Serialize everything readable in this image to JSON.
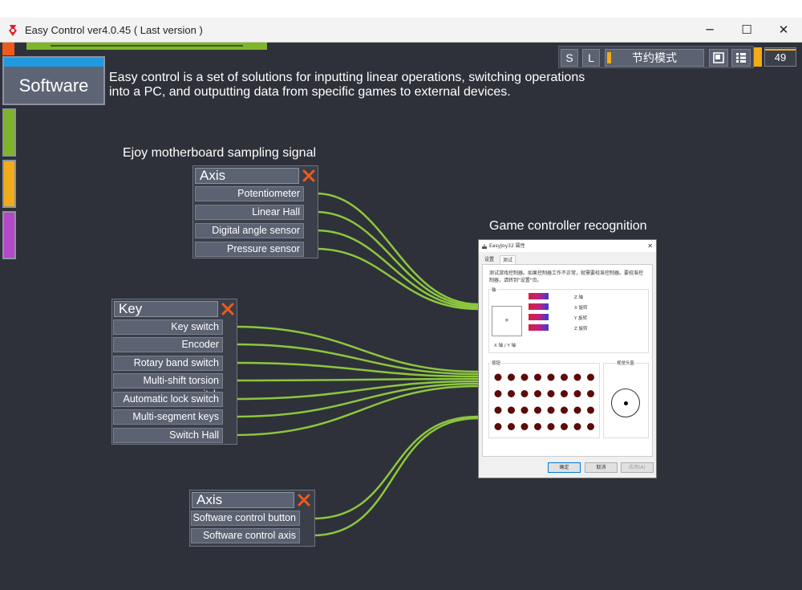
{
  "window": {
    "title": "Easy Control ver4.0.45 ( Last version )",
    "minimize_glyph": "─",
    "maximize_glyph": "☐",
    "close_glyph": "✕"
  },
  "colors": {
    "background": "#2e3139",
    "wire": "#8dc63f",
    "accent_orange": "#ee5a1c",
    "accent_green": "#7fb52a",
    "accent_yellow": "#f2ac1a",
    "accent_purple": "#b448c8",
    "accent_blue": "#1f9ae0"
  },
  "sidebar": {
    "software_label": "Software",
    "tabs": [
      "green",
      "yellow",
      "purple"
    ]
  },
  "description": "Easy control is a set of solutions for inputting linear operations, switching operations into a PC, and outputting data from specific games to external devices.",
  "toolbar": {
    "s_label": "S",
    "l_label": "L",
    "mode_label": "节约模式",
    "counter": "49"
  },
  "sections": {
    "ejoy_title": "Ejoy motherboard sampling signal",
    "game_title": "Game controller recognition"
  },
  "nodes": {
    "axis1": {
      "title": "Axis",
      "rows": [
        "Potentiometer",
        "Linear Hall",
        "Digital angle sensor",
        "Pressure sensor"
      ]
    },
    "key": {
      "title": "Key",
      "rows": [
        "Key switch",
        "Encoder",
        "Rotary band switch",
        "Multi-shift torsion switch",
        "Automatic lock switch",
        "Multi-segment keys",
        "Switch Hall"
      ]
    },
    "axis2": {
      "title": "Axis",
      "rows": [
        "Software control button",
        "Software control axis"
      ]
    }
  },
  "dialog": {
    "title": "EasyJoy32 属性",
    "tabs": [
      "设置",
      "测试"
    ],
    "note": "测试游戏控制器。如果控制器工作不正常，就需要校准控制器。要校准控制器，请转到\"设置\"页。",
    "axes_group": "轴",
    "axis_labels": [
      "Z 轴",
      "X 旋转",
      "Y 旋转",
      "Z 旋转"
    ],
    "xy_label": "X 轴 / Y 轴",
    "buttons_group": "按钮",
    "button_count": 32,
    "pov_group": "视觉头盔",
    "ok": "确定",
    "cancel": "取消",
    "apply": "应用(A)"
  }
}
